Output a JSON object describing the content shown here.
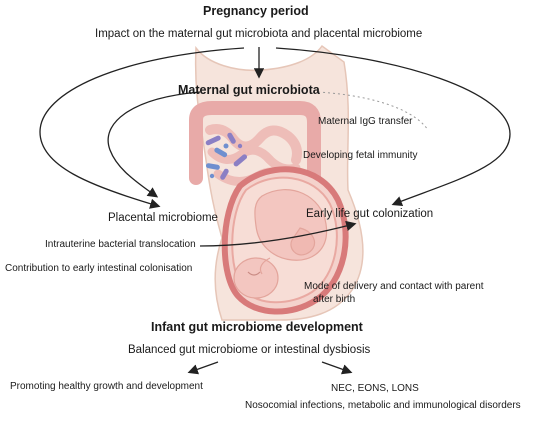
{
  "texts": {
    "pregnancy_title": "Pregnancy period",
    "impact": "Impact on the maternal gut microbiota and placental microbiome",
    "maternal_gut": "Maternal gut microbiota",
    "igg": "Maternal IgG transfer",
    "fetal_immunity": "Developing fetal immunity",
    "placental": "Placental microbiome",
    "early_life": "Early life gut colonization",
    "intrauterine": "Intrauterine bacterial translocation",
    "contribution": "Contribution to early intestinal colonisation",
    "mode_delivery_1": "Mode of delivery and contact with parent",
    "mode_delivery_2": "after birth",
    "infant_title": "Infant gut microbiome development",
    "balanced": "Balanced gut microbiome or intestinal dysbiosis",
    "healthy": "Promoting healthy growth and development",
    "nec": "NEC, EONS, LONS",
    "nosocomial": "Nosocomial infections, metabolic and immunological disorders"
  },
  "colors": {
    "skin": "#f6e4dc",
    "skin_outline": "#e6c6b8",
    "intestine": "#e8aaa8",
    "uterus": "#d87a7a",
    "fetus": "#f3c6c0",
    "arrow": "#222222",
    "dotted_line": "#999999",
    "bacteria_purple": "#8b7fc4",
    "bacteria_blue": "#6f8fcf"
  }
}
